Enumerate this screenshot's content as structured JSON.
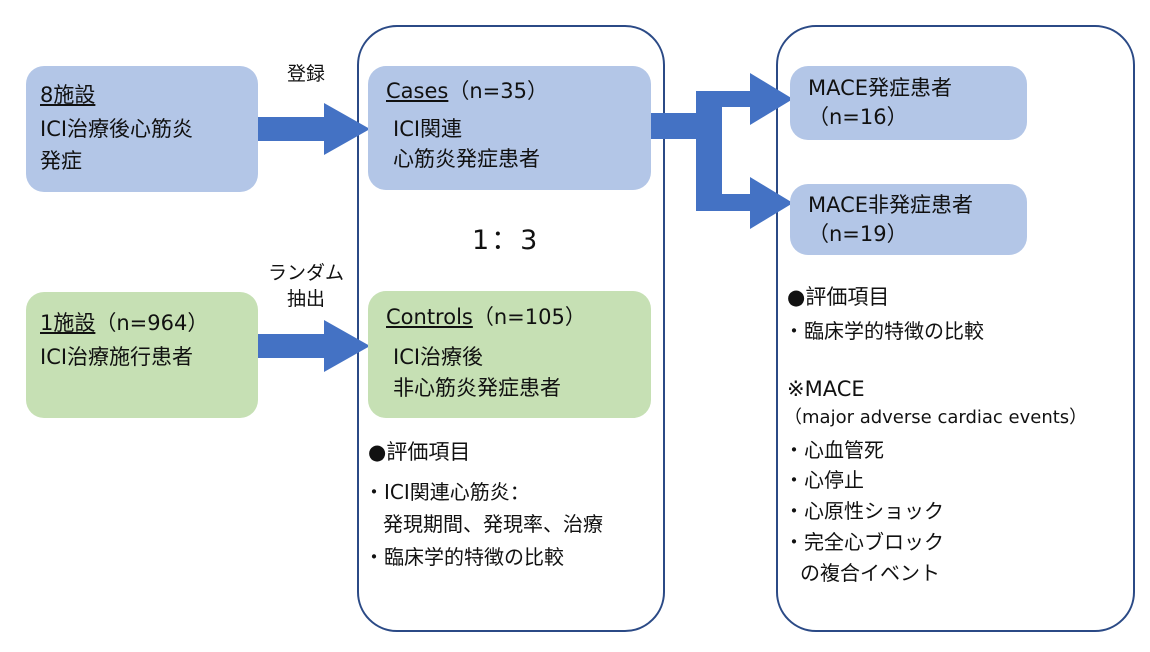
{
  "source_box": {
    "title": "8施設",
    "line1": "ICI治療後心筋炎",
    "line2": "発症"
  },
  "control_source_box": {
    "title": "1施設",
    "n": "（n=964）",
    "line1": "ICI治療施行患者"
  },
  "arrow_labels": {
    "register": "登録",
    "random_line1": "ランダム",
    "random_line2": "抽出"
  },
  "cases_box": {
    "title": "Cases",
    "n": "（n=35）",
    "line1": "ICI関連",
    "line2": "心筋炎発症患者"
  },
  "ratio": "1：3",
  "controls_box": {
    "title": "Controls",
    "n": "（n=105）",
    "line1": "ICI治療後",
    "line2": "非心筋炎発症患者"
  },
  "middle_eval": {
    "heading": "●評価項目",
    "item1": "・ICI関連心筋炎：",
    "item1_detail": "発現期間、発現率、治療",
    "item2": "・臨床学的特徴の比較"
  },
  "mace_box": {
    "line1": "MACE発症患者",
    "line2": "（n=16）"
  },
  "non_mace_box": {
    "line1": "MACE非発症患者",
    "line2": "（n=19）"
  },
  "right_eval": {
    "heading": "●評価項目",
    "item1": "・臨床学的特徴の比較"
  },
  "mace_def": {
    "heading": "※MACE",
    "subtitle": "（major adverse cardiac events）",
    "items": [
      "・心血管死",
      "・心停止",
      "・心原性ショック",
      "・完全心ブロック"
    ],
    "footer": "の複合イベント"
  },
  "colors": {
    "arrow": "#4472c4",
    "frame": "#2b4a86",
    "blue_box": "#b3c6e7",
    "green_box": "#c6e0b4"
  }
}
